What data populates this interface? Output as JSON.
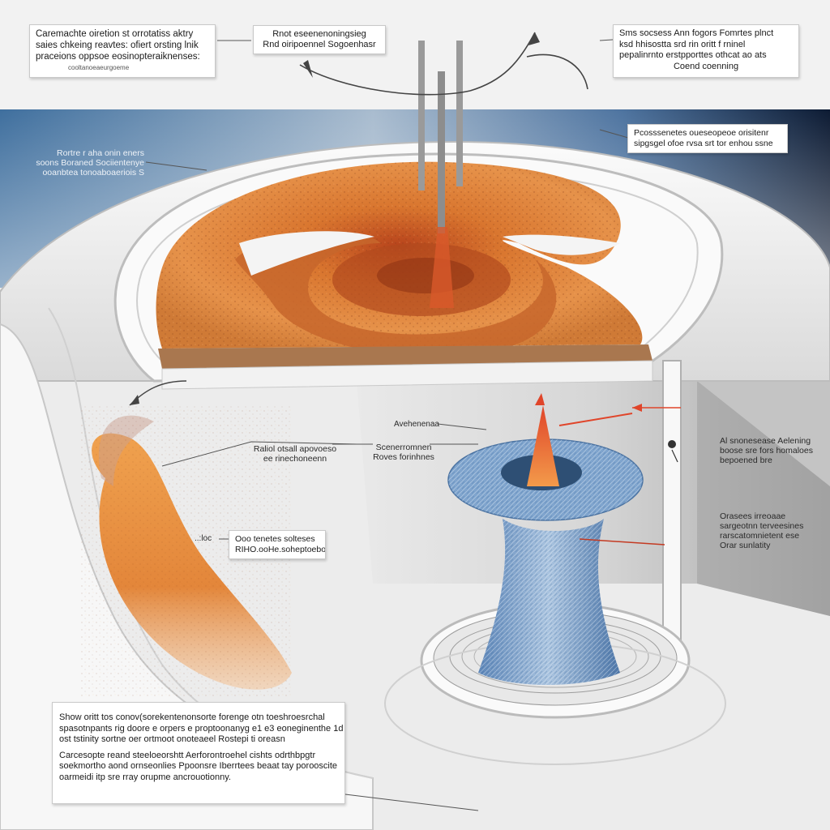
{
  "colors": {
    "sky_top": "#0d1b33",
    "sky_mid": "#3f6f9e",
    "sky_light": "#c8d4e0",
    "sand_orange": "#e08a3c",
    "sand_deep": "#c8642a",
    "water_blue": "#6f98c4",
    "red_marker": "#e0452a",
    "shell_white": "#f5f5f5",
    "shell_grey": "#bdbdbd"
  },
  "callouts": {
    "top_left": {
      "lines": [
        "Caremachte oiretion st orrotatiss aktry",
        "saies chkeing reavtes: ofiert orsting lnik",
        "praceions oppsoe eosinopteraiknenses:"
      ],
      "small": "cooltanoeaeurgoeme"
    },
    "top_center": {
      "lines": [
        "Rnot eseenenoningsieg",
        "Rnd oiripoennel Sogoenhasr"
      ]
    },
    "top_right": {
      "lines": [
        "Sms socsess Ann fogors Fomrtes plnct",
        "ksd hhisostta srd rin oritt f rninel",
        "pepalinrnto erstpporttes othcat ao ats"
      ],
      "center_line": "Coend coenning"
    },
    "mid_right": {
      "lines": [
        "Pcosssenetes oueseopeoe orisitenr",
        "sipgsgel ofoe rvsa srt tor enhou ssne"
      ]
    },
    "center_small": {
      "lines": [
        "Ooo tenetes solteses",
        "RIHO.ooHe.soheptoeboo"
      ]
    },
    "bottom": {
      "paragraph_1": [
        "Show oritt tos conov(sorekentenonsorte forenge otn toeshroesrchal",
        "spasotnpants rig doore e orpers e proptoonanyg e1 e3 eoneginenthe 1d",
        "ost tstinity sortne oer ortmoot onoteaeel Rostepi ti oreasn"
      ],
      "paragraph_2": [
        "Carcesopte reand steeloeorshtt Aerforontroehel cishts odrthbpgtr",
        "soekmortho aond ornseonlies Ppoonsre Iberrtees beaat tay porooscite",
        "oarmeidi itp sre rray orupme ancrouotionny."
      ]
    }
  },
  "labels": {
    "left_upper": {
      "lines": [
        "Rortre r aha  onin eners",
        "soons Boraned Sociientenye",
        "ooanbtea tonoaboaeriois S"
      ]
    },
    "left_mid": {
      "lines": [
        "Raliol otsall apovoeso",
        "ee rinechoneenn"
      ]
    },
    "left_tag": {
      "lines": [
        "..:loc"
      ]
    },
    "center_tag": {
      "lines": [
        "Avehenenaa"
      ]
    },
    "center_mid": {
      "lines": [
        "Scenerromnen",
        "Roves forinhnes"
      ]
    },
    "right_upper": {
      "lines": [
        "Al snonesease  Aelening",
        "boose sre fors homaloes",
        "bepoened bre"
      ]
    },
    "right_lower": {
      "lines": [
        "Orasees irreoaae",
        "sargeotnn terveesines",
        "rarscatomnietent ese",
        "Orar sunlatity"
      ]
    }
  }
}
